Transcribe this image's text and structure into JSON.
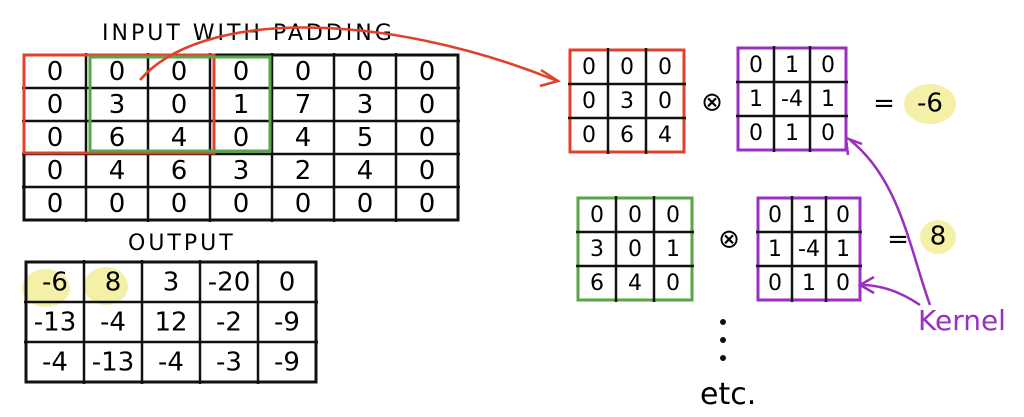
{
  "input_title": "INPUT WITH PADDING",
  "output_title": "OUTPUT",
  "input_grid": [
    [
      "0",
      "0",
      "0",
      "0",
      "0",
      "0",
      "0"
    ],
    [
      "0",
      "3",
      "0",
      "1",
      "7",
      "3",
      "0"
    ],
    [
      "0",
      "6",
      "4",
      "0",
      "4",
      "5",
      "0"
    ],
    [
      "0",
      "4",
      "6",
      "3",
      "2",
      "4",
      "0"
    ],
    [
      "0",
      "0",
      "0",
      "0",
      "0",
      "0",
      "0"
    ]
  ],
  "output_grid": [
    [
      "-6",
      "8",
      "3",
      "-20",
      "0"
    ],
    [
      "-13",
      "-4",
      "12",
      "-2",
      "-9"
    ],
    [
      "-4",
      "-13",
      "-4",
      "-3",
      "-9"
    ]
  ],
  "patch_red": [
    [
      "0",
      "0",
      "0"
    ],
    [
      "0",
      "3",
      "0"
    ],
    [
      "0",
      "6",
      "4"
    ]
  ],
  "patch_green": [
    [
      "0",
      "0",
      "0"
    ],
    [
      "3",
      "0",
      "1"
    ],
    [
      "6",
      "4",
      "0"
    ]
  ],
  "kernel": [
    [
      "0",
      "1",
      "0"
    ],
    [
      "1",
      "-4",
      "1"
    ],
    [
      "0",
      "1",
      "0"
    ]
  ],
  "operator": "⊗",
  "equals": "=",
  "result_red": "-6",
  "result_green": "8",
  "kernel_label": "Kernel",
  "dots": "⋮",
  "etc_label": "etc.",
  "colors": {
    "red": "#e0412a",
    "green": "#58a648",
    "purple": "#9b2fbf",
    "highlight": "#f4f0a8",
    "ink": "#111111"
  }
}
